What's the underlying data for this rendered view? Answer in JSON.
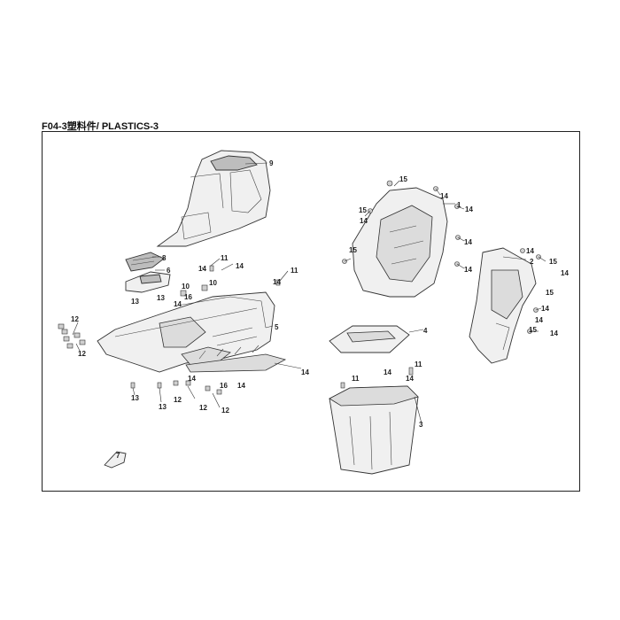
{
  "header": {
    "title": "F04-3塑料件/ PLASTICS-3"
  },
  "callouts": [
    {
      "id": "c9",
      "text": "9"
    },
    {
      "id": "c15a",
      "text": "15"
    },
    {
      "id": "c14a",
      "text": "14"
    },
    {
      "id": "c1",
      "text": "1"
    },
    {
      "id": "c14b",
      "text": "14"
    },
    {
      "id": "c15b",
      "text": "15"
    },
    {
      "id": "c14c",
      "text": "14"
    },
    {
      "id": "c14d",
      "text": "14"
    },
    {
      "id": "c15c",
      "text": "15"
    },
    {
      "id": "c14e",
      "text": "14"
    },
    {
      "id": "c8",
      "text": "8"
    },
    {
      "id": "c6",
      "text": "6"
    },
    {
      "id": "c11a",
      "text": "11"
    },
    {
      "id": "c14f",
      "text": "14"
    },
    {
      "id": "c14g",
      "text": "14"
    },
    {
      "id": "c11b",
      "text": "11"
    },
    {
      "id": "c10a",
      "text": "10"
    },
    {
      "id": "c10b",
      "text": "10"
    },
    {
      "id": "c14h",
      "text": "14"
    },
    {
      "id": "c14i",
      "text": "14"
    },
    {
      "id": "c16a",
      "text": "16"
    },
    {
      "id": "c13a",
      "text": "13"
    },
    {
      "id": "c13b",
      "text": "13"
    },
    {
      "id": "c12a",
      "text": "12"
    },
    {
      "id": "c12b",
      "text": "12"
    },
    {
      "id": "c5",
      "text": "5"
    },
    {
      "id": "c14j",
      "text": "14"
    },
    {
      "id": "c7",
      "text": "7"
    },
    {
      "id": "c14k",
      "text": "14"
    },
    {
      "id": "c16b",
      "text": "16"
    },
    {
      "id": "c14l",
      "text": "14"
    },
    {
      "id": "c13c",
      "text": "13"
    },
    {
      "id": "c13d",
      "text": "13"
    },
    {
      "id": "c12c",
      "text": "12"
    },
    {
      "id": "c12d",
      "text": "12"
    },
    {
      "id": "c12e",
      "text": "12"
    },
    {
      "id": "c4",
      "text": "4"
    },
    {
      "id": "c11c",
      "text": "11"
    },
    {
      "id": "c14m",
      "text": "14"
    },
    {
      "id": "c11d",
      "text": "11"
    },
    {
      "id": "c14n",
      "text": "14"
    },
    {
      "id": "c3",
      "text": "3"
    },
    {
      "id": "c14o",
      "text": "14"
    },
    {
      "id": "c2",
      "text": "2"
    },
    {
      "id": "c15d",
      "text": "15"
    },
    {
      "id": "c14p",
      "text": "14"
    },
    {
      "id": "c15e",
      "text": "15"
    },
    {
      "id": "c14q",
      "text": "14"
    },
    {
      "id": "c14r",
      "text": "14"
    },
    {
      "id": "c15f",
      "text": "15"
    },
    {
      "id": "c14s",
      "text": "14"
    }
  ]
}
